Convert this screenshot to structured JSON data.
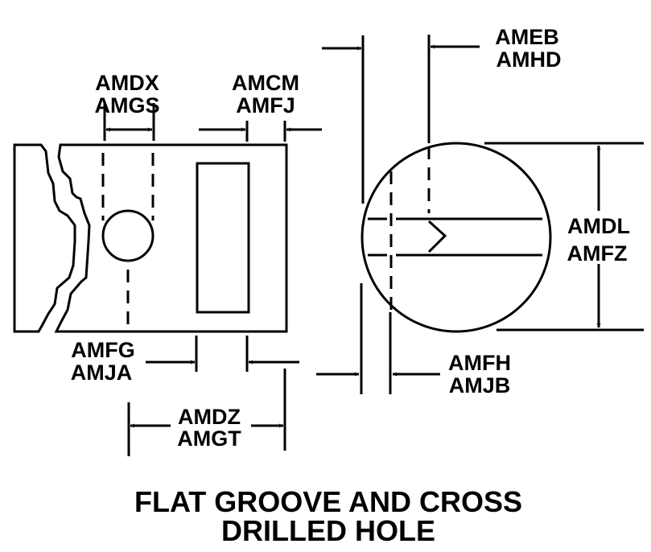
{
  "title": {
    "line1": "FLAT GROOVE AND CROSS",
    "line2": "DRILLED HOLE"
  },
  "labels": {
    "amdx": "AMDX",
    "amgs": "AMGS",
    "amcm": "AMCM",
    "amfj": "AMFJ",
    "amfg": "AMFG",
    "amja": "AMJA",
    "amdz": "AMDZ",
    "amgt": "AMGT",
    "ameb": "AMEB",
    "amhd": "AMHD",
    "amdl": "AMDL",
    "amfz": "AMFZ",
    "amfh": "AMFH",
    "amjb": "AMJB"
  }
}
